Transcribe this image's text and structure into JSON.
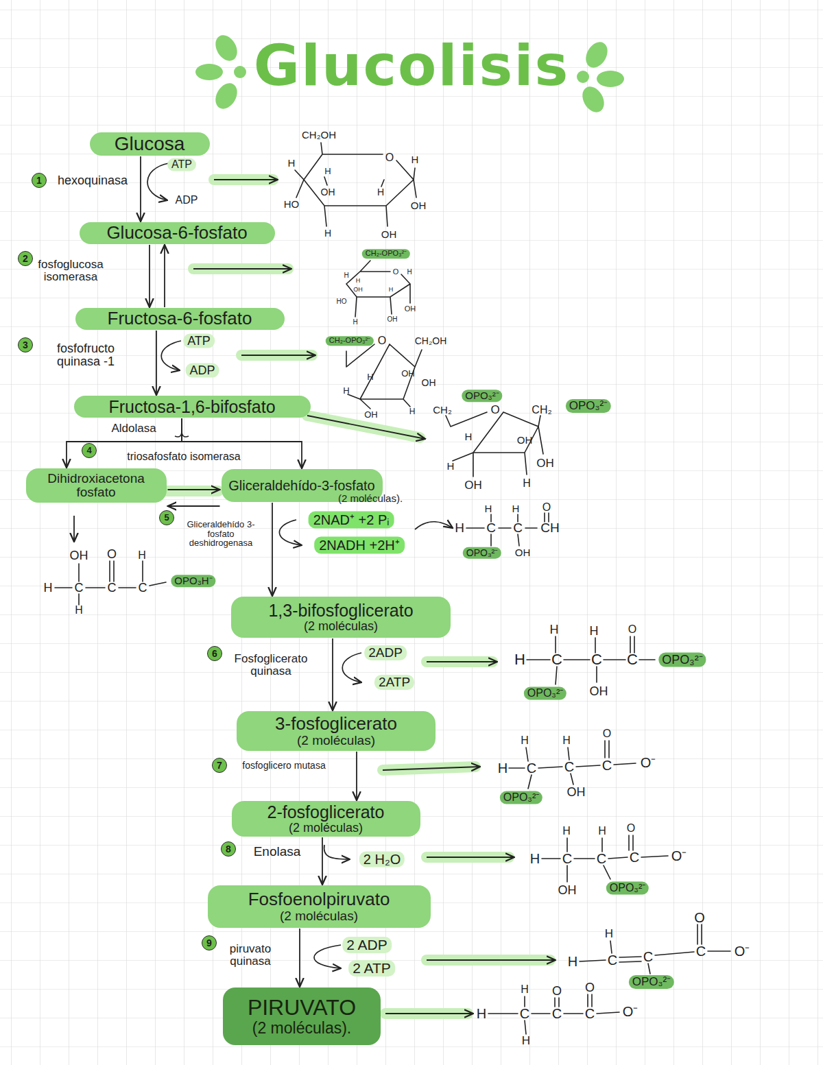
{
  "diagram": {
    "title": "Glucolisis",
    "nodes": [
      {
        "text": [
          "Glucosa"
        ]
      },
      {
        "text": [
          "Glucosa-6-fosfato"
        ]
      },
      {
        "text": [
          "Fructosa-6-fosfato"
        ]
      },
      {
        "text": [
          "Fructosa-1,6-bifosfato"
        ]
      },
      {
        "text": [
          "Dihidroxiacetona fosfato"
        ]
      },
      {
        "text": [
          "Gliceraldehído-3-fosfato"
        ]
      },
      {
        "text": [
          "1,3-bifosfoglicerato",
          "(2 moléculas)"
        ]
      },
      {
        "text": [
          "3-fosfoglicerato",
          "(2 moléculas)"
        ]
      },
      {
        "text": [
          "2-fosfoglicerato",
          "(2 moléculas)"
        ]
      },
      {
        "text": [
          "Fosfoenolpiruvato",
          "(2 moléculas)"
        ]
      },
      {
        "text": [
          "PIRUVATO",
          "(2 moléculas)."
        ]
      }
    ],
    "edges": [
      {
        "from": 0,
        "to": 1,
        "arrow": "to"
      },
      {
        "from": 1,
        "to": 2,
        "arrow": "to"
      },
      {
        "from": 2,
        "to": 1,
        "arrow": "to"
      },
      {
        "from": 2,
        "to": 3,
        "arrow": "to"
      },
      {
        "from": 3,
        "to": 4,
        "arrow": "to"
      },
      {
        "from": 3,
        "to": 5,
        "arrow": "to"
      },
      {
        "from": 4,
        "to": 5,
        "arrow": "to"
      },
      {
        "from": 5,
        "to": 4,
        "arrow": "to"
      },
      {
        "from": 5,
        "to": 6,
        "arrow": "to"
      },
      {
        "from": 6,
        "to": 7,
        "arrow": "to"
      },
      {
        "from": 7,
        "to": 8,
        "arrow": "to"
      },
      {
        "from": 8,
        "to": 9,
        "arrow": "to"
      },
      {
        "from": 9,
        "to": 10,
        "arrow": "to"
      }
    ],
    "labels": [
      "1",
      "hexoquinasa",
      "ATP",
      "ADP",
      "2",
      "fosfoglucosa isomerasa",
      "3",
      "fosfofructo quinasa -1",
      "ATP",
      "ADP",
      "Aldolasa",
      "4",
      "triosafosfato isomerasa",
      "(2 moléculas).",
      "5",
      "Gliceraldehído 3-fosfato deshidrogenasa",
      "2NAD⁺ +2 Pᵢ",
      "2NADH +2H⁺",
      "6",
      "Fosfoglicerato quinasa",
      "2ADP",
      "2ATP",
      "7",
      "fosfoglicero mutasa",
      "8",
      "Enolasa",
      "2 H₂O",
      "9",
      "piruvato quinasa",
      "2 ADP",
      "2 ATP",
      "CH₂OH",
      "O",
      "H",
      "H",
      "H",
      "OH",
      "H",
      "HO",
      "OH",
      "H",
      "OH",
      "CH₂-OPO₃²⁻",
      "O",
      "H",
      "H",
      "H",
      "OH",
      "H",
      "HO",
      "OH",
      "H",
      "OH",
      "CH₂-OPO₃²⁻",
      "O",
      "CH₂OH",
      "H",
      "OH",
      "OH",
      "H",
      "OH",
      "H",
      "CH₂",
      "OPO₃²⁻",
      "O",
      "CH₂",
      "OPO₃²⁻",
      "H",
      "OH",
      "H",
      "OH",
      "OH",
      "H",
      "H",
      "H",
      "O",
      "H",
      "C",
      "C",
      "CH",
      "OPO₃²⁻",
      "OH",
      "OH",
      "O",
      "H",
      "H",
      "C",
      "C",
      "C",
      "OPO₃H⁻",
      "H",
      "H",
      "H",
      "O",
      "H",
      "C",
      "C",
      "C",
      "OPO₃²⁻",
      "OPO₃²⁻",
      "OH",
      "H",
      "H",
      "O",
      "H",
      "C",
      "C",
      "C",
      "O⁻",
      "OPO₃²⁻",
      "OH",
      "H",
      "H",
      "O",
      "H",
      "C",
      "C",
      "C",
      "O⁻",
      "OH",
      "OPO₃²⁻",
      "O",
      "H",
      "H",
      "C",
      "C",
      "C",
      "O⁻",
      "OPO₃²⁻",
      "H",
      "O",
      "O",
      "H",
      "C",
      "C",
      "C",
      "O⁻",
      "H"
    ]
  }
}
